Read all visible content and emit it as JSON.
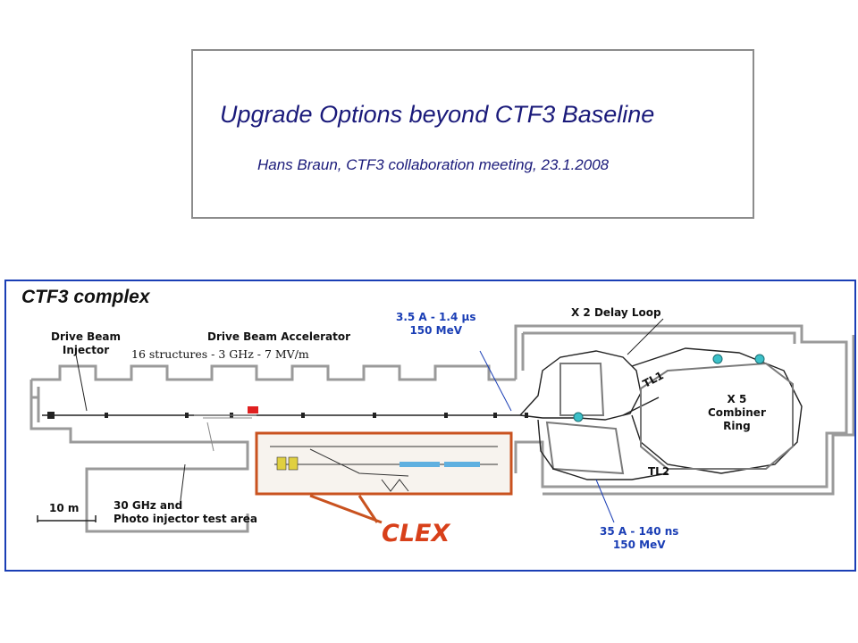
{
  "header": {
    "title": "Upgrade Options beyond CTF3 Baseline",
    "subtitle": "Hans Braun, CTF3 collaboration meeting, 23.1.2008"
  },
  "diagram": {
    "title": "CTF3 complex",
    "labels": {
      "injector_line1": "Drive Beam",
      "injector_line2": "Injector",
      "accelerator": "Drive Beam Accelerator",
      "structures": "16 structures - 3 GHz - 7 MV/m",
      "delay_loop_current": "3.5 A - 1.4 µs",
      "delay_loop_energy": "150 MeV",
      "delay_loop": "X 2 Delay Loop",
      "combiner_line1": "X 5",
      "combiner_line2": "Combiner",
      "combiner_line3": "Ring",
      "tl1": "TL1",
      "tl2": "TL2",
      "test_area_line1": "30 GHz and",
      "test_area_line2": "Photo injector test area",
      "scale": "10 m",
      "clex": "CLEX",
      "output_current": "35 A - 140 ns",
      "output_energy": "150 MeV"
    },
    "colors": {
      "frame": "#1a3eb5",
      "clex": "#d8401a",
      "markers": "#3cc0c8",
      "accelerator_marker": "#e02020"
    }
  }
}
